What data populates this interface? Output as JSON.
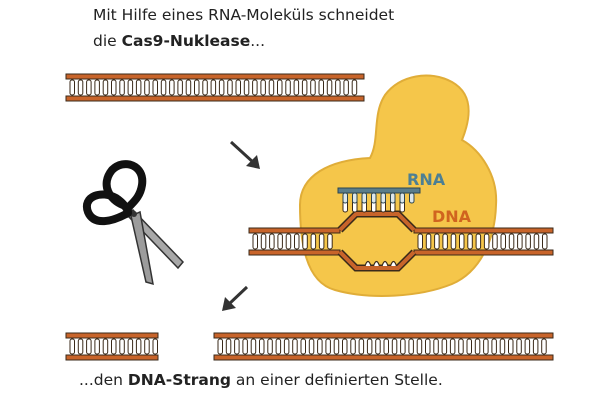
{
  "caption_top": {
    "line1": "Mit Hilfe eines RNA-Moleküls schneidet",
    "line2_pre": "die ",
    "line2_bold": "Cas9-Nuklease",
    "line2_post": "..."
  },
  "caption_bottom": {
    "pre": "...den ",
    "bold": "DNA-Strang",
    "post": " an einer definierten Stelle."
  },
  "labels": {
    "rna": "RNA",
    "dna": "DNA"
  },
  "colors": {
    "dna_strand": "#c8642a",
    "dna_outline": "#3a2a1a",
    "rung_fill": "#ffffff",
    "protein": "#f5c64a",
    "protein_outline": "#d9a42e",
    "rna": "#5a7d8a",
    "rna_label": "#4d7f93",
    "dna_label": "#d0641f",
    "scissor_handle": "#111111",
    "scissor_blade": "#a0a0a0",
    "arrow": "#333333"
  },
  "icons": [
    "scissors-icon",
    "arrow-down-right-icon",
    "arrow-down-left-icon"
  ]
}
